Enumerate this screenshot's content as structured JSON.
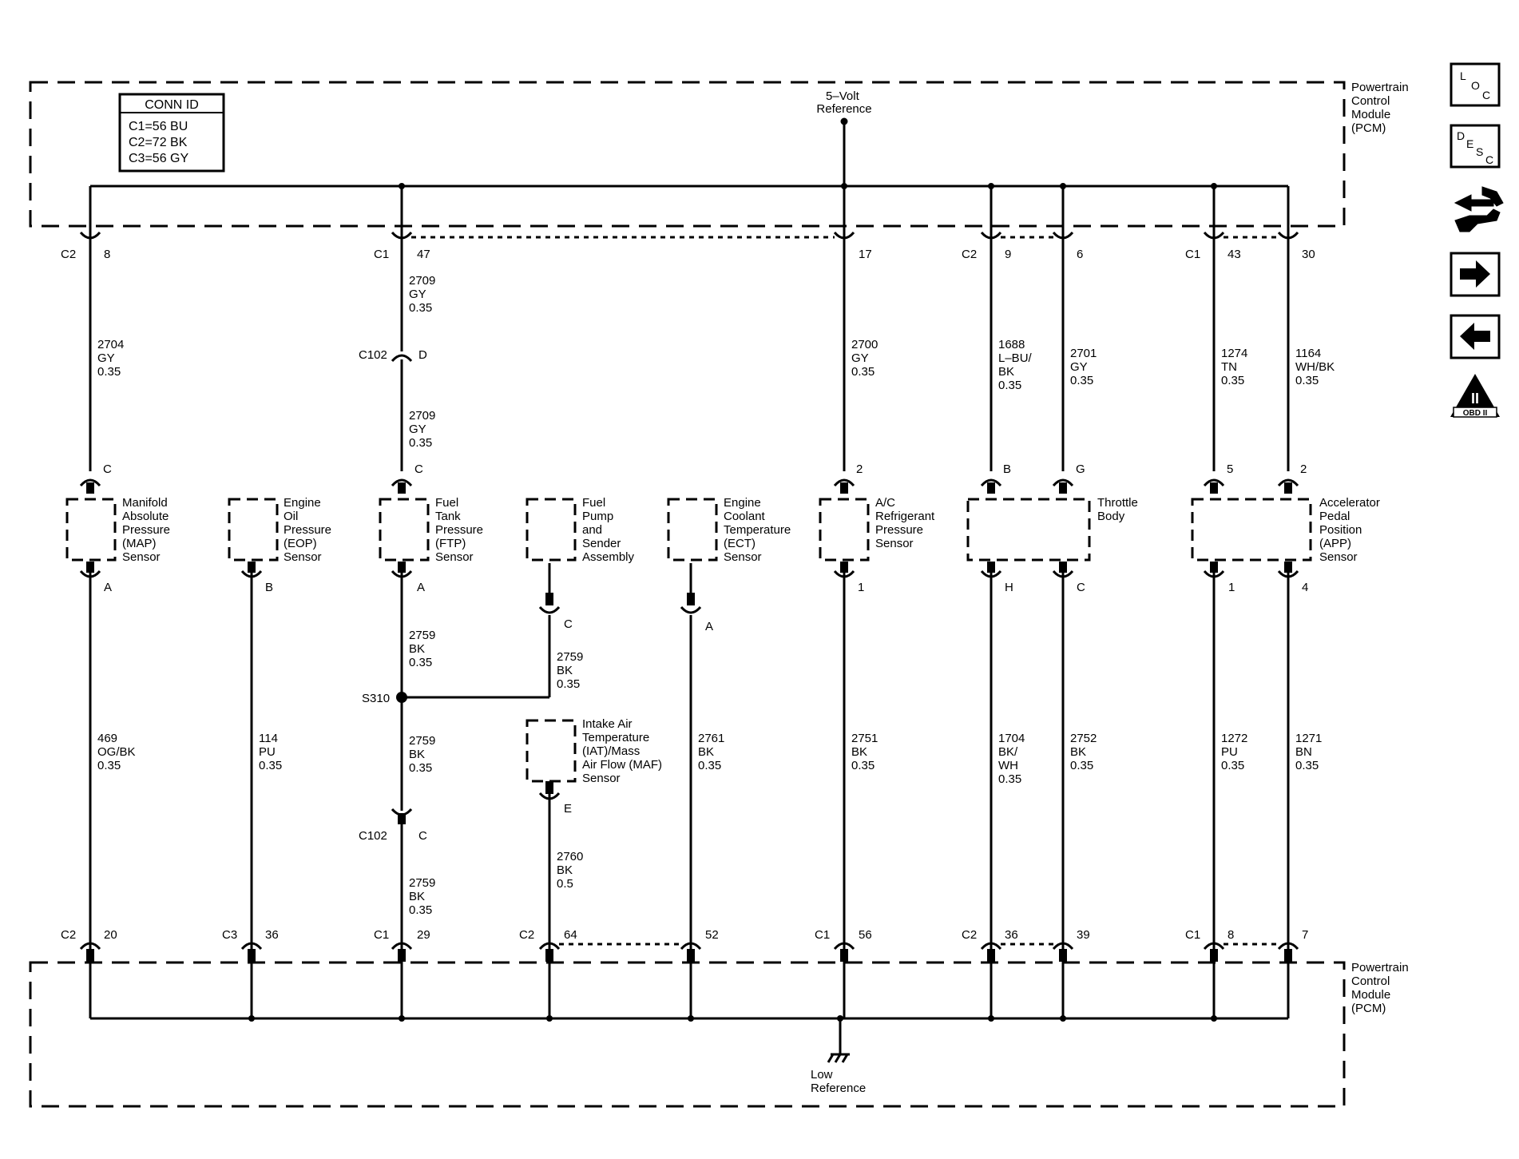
{
  "module": {
    "lines": [
      "Powertrain",
      "Control",
      "Module",
      "(PCM)"
    ]
  },
  "conn_id": {
    "title": "CONN ID",
    "entries": [
      "C1=56 BU",
      "C2=72 BK",
      "C3=56 GY"
    ]
  },
  "five_volt_reference": {
    "lines": [
      "5–Volt",
      "Reference"
    ]
  },
  "low_reference": {
    "lines": [
      "Low",
      "Reference"
    ]
  },
  "toolbar": [
    {
      "name": "loc-button",
      "label": "LOC"
    },
    {
      "name": "desc-button",
      "label": "DESC"
    },
    {
      "name": "service-icon-button",
      "label": ""
    },
    {
      "name": "next-arrow-button",
      "label": ""
    },
    {
      "name": "previous-arrow-button",
      "label": ""
    },
    {
      "name": "obd-ii-button",
      "label": "OBD II",
      "badge": "II"
    }
  ],
  "top_pins": [
    {
      "connector": "C2",
      "pin": "8"
    },
    {
      "connector": "C1",
      "pin": "47"
    },
    {
      "connector": "",
      "pin": "17"
    },
    {
      "connector": "C2",
      "pin": "9"
    },
    {
      "connector": "",
      "pin": "6"
    },
    {
      "connector": "C1",
      "pin": "43"
    },
    {
      "connector": "",
      "pin": "30"
    }
  ],
  "bottom_pins": [
    {
      "connector": "C2",
      "pin": "20"
    },
    {
      "connector": "C3",
      "pin": "36"
    },
    {
      "connector": "C1",
      "pin": "29"
    },
    {
      "connector": "C2",
      "pin": "64"
    },
    {
      "connector": "",
      "pin": "52"
    },
    {
      "connector": "C1",
      "pin": "56"
    },
    {
      "connector": "C2",
      "pin": "36"
    },
    {
      "connector": "",
      "pin": "39"
    },
    {
      "connector": "C1",
      "pin": "8"
    },
    {
      "connector": "",
      "pin": "7"
    }
  ],
  "upper_wires": [
    {
      "circuit": "2704",
      "color": "GY",
      "gauge": "0.35"
    },
    {
      "circuit": "2709",
      "color": "GY",
      "gauge": "0.35"
    },
    {
      "circuit": "2709",
      "color": "GY",
      "gauge": "0.35"
    },
    {
      "circuit": "2700",
      "color": "GY",
      "gauge": "0.35"
    },
    {
      "circuit": "1688",
      "color": "L–BU/ BK",
      "gauge": "0.35"
    },
    {
      "circuit": "2701",
      "color": "GY",
      "gauge": "0.35"
    },
    {
      "circuit": "1274",
      "color": "TN",
      "gauge": "0.35"
    },
    {
      "circuit": "1164",
      "color": "WH/BK",
      "gauge": "0.35"
    }
  ],
  "lower_wires": [
    {
      "circuit": "469",
      "color": "OG/BK",
      "gauge": "0.35"
    },
    {
      "circuit": "114",
      "color": "PU",
      "gauge": "0.35"
    },
    {
      "circuit": "2759",
      "color": "BK",
      "gauge": "0.35"
    },
    {
      "circuit": "2759",
      "color": "BK",
      "gauge": "0.35"
    },
    {
      "circuit": "2759",
      "color": "BK",
      "gauge": "0.35"
    },
    {
      "circuit": "2759",
      "color": "BK",
      "gauge": "0.35"
    },
    {
      "circuit": "2760",
      "color": "BK",
      "gauge": "0.5"
    },
    {
      "circuit": "2761",
      "color": "BK",
      "gauge": "0.35"
    },
    {
      "circuit": "2751",
      "color": "BK",
      "gauge": "0.35"
    },
    {
      "circuit": "1704",
      "color": "BK/ WH",
      "gauge": "0.35"
    },
    {
      "circuit": "2752",
      "color": "BK",
      "gauge": "0.35"
    },
    {
      "circuit": "1272",
      "color": "PU",
      "gauge": "0.35"
    },
    {
      "circuit": "1271",
      "color": "BN",
      "gauge": "0.35"
    }
  ],
  "components": [
    {
      "name": "map-sensor",
      "lines": [
        "Manifold",
        "Absolute",
        "Pressure",
        "(MAP)",
        "Sensor"
      ]
    },
    {
      "name": "eop-sensor",
      "lines": [
        "Engine",
        "Oil",
        "Pressure",
        "(EOP)",
        "Sensor"
      ]
    },
    {
      "name": "ftp-sensor",
      "lines": [
        "Fuel",
        "Tank",
        "Pressure",
        "(FTP)",
        "Sensor"
      ]
    },
    {
      "name": "fuel-pump-sender",
      "lines": [
        "Fuel",
        "Pump",
        "and",
        "Sender",
        "Assembly"
      ]
    },
    {
      "name": "ect-sensor",
      "lines": [
        "Engine",
        "Coolant",
        "Temperature",
        "(ECT)",
        "Sensor"
      ]
    },
    {
      "name": "ac-pressure-sensor",
      "lines": [
        "A/C",
        "Refrigerant",
        "Pressure",
        "Sensor"
      ]
    },
    {
      "name": "throttle-body",
      "lines": [
        "Throttle",
        "Body"
      ]
    },
    {
      "name": "app-sensor",
      "lines": [
        "Accelerator",
        "Pedal",
        "Position",
        "(APP)",
        "Sensor"
      ]
    },
    {
      "name": "iat-maf-sensor",
      "lines": [
        "Intake Air",
        "Temperature",
        "(IAT)/Mass",
        "Air Flow (MAF)",
        "Sensor"
      ]
    }
  ],
  "component_pins": {
    "map_top": "C",
    "map_bottom": "A",
    "eop_bottom": "B",
    "ftp_top": "C",
    "ftp_bottom": "A",
    "pump_bottom": "C",
    "ect_bottom": "A",
    "ac_top": "2",
    "ac_bottom": "1",
    "tb_top_left": "B",
    "tb_top_right": "G",
    "tb_bottom_left": "H",
    "tb_bottom_right": "C",
    "app_top_left": "5",
    "app_top_right": "2",
    "app_bottom_left": "1",
    "app_bottom_right": "4",
    "iat_bottom": "E"
  },
  "inline_connectors": [
    {
      "name": "C102",
      "pin": "D"
    },
    {
      "name": "C102",
      "pin": "C"
    }
  ],
  "splice": {
    "name": "S310"
  }
}
